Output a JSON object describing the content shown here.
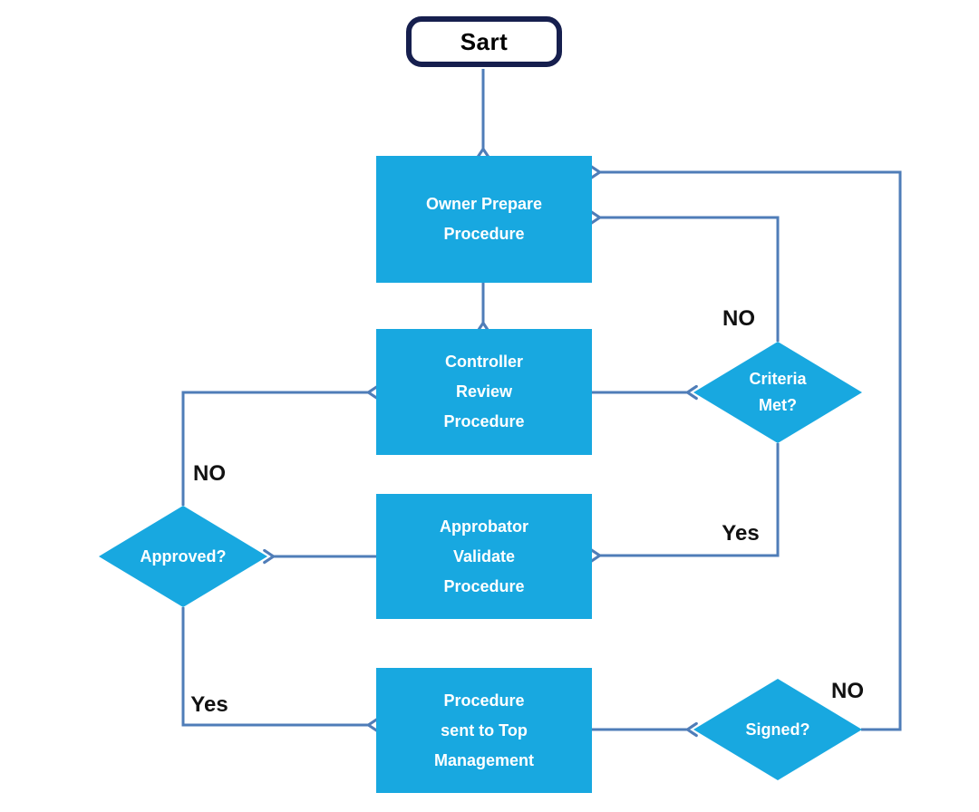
{
  "diagram": {
    "nodes": {
      "start": {
        "label": "Sart",
        "type": "terminator"
      },
      "owner": {
        "label": "Owner Prepare\nProcedure",
        "type": "process"
      },
      "controller": {
        "label": "Controller\nReview\nProcedure",
        "type": "process"
      },
      "criteria": {
        "label": "Criteria\nMet?",
        "type": "decision"
      },
      "approbator": {
        "label": "Approbator\nValidate\nProcedure",
        "type": "process"
      },
      "approved": {
        "label": "Approved?",
        "type": "decision"
      },
      "top_mgmt": {
        "label": "Procedure\nsent to Top\nManagement",
        "type": "process"
      },
      "signed": {
        "label": "Signed?",
        "type": "decision"
      }
    },
    "edge_labels": {
      "criteria_no": "NO",
      "criteria_yes": "Yes",
      "approved_no": "NO",
      "approved_yes": "Yes",
      "signed_no": "NO"
    },
    "colors": {
      "shape_fill": "#18A8E0",
      "connector": "#4F7DB8",
      "start_border": "#161F4E",
      "shape_text": "#FFFFFF",
      "label_text": "#111111",
      "canvas_bg": "#FFFFFF"
    }
  }
}
